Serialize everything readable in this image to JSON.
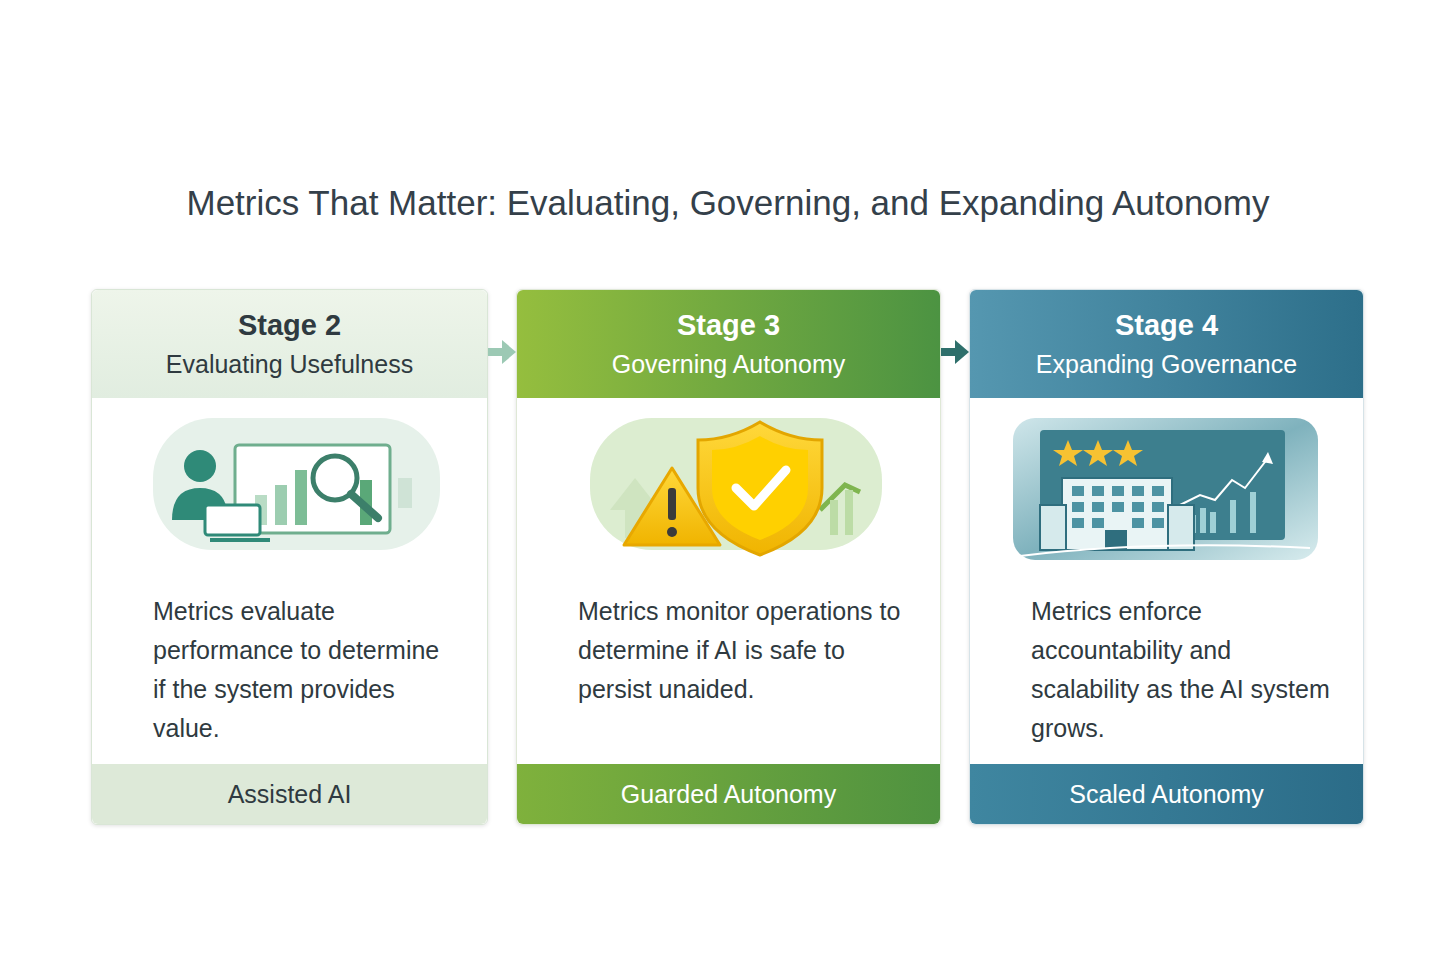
{
  "diagram": {
    "title": "Metrics That Matter: Evaluating, Governing, and Expanding Autonomy",
    "nodes": [
      {
        "text": [
          "Stage 2",
          "Evaluating Usefulness",
          "Metrics evaluate performance to determine if the system provides value.",
          "Assisted AI"
        ]
      },
      {
        "text": [
          "Stage 3",
          "Governing Autonomy",
          "Metrics monitor operations to determine if AI is safe to persist unaided.",
          "Guarded Autonomy"
        ]
      },
      {
        "text": [
          "Stage 4",
          "Expanding Governance",
          "Metrics enforce accountability and scalability as the AI system grows.",
          "Scaled Autonomy"
        ]
      }
    ],
    "edges": [
      {
        "from": 0,
        "to": 1,
        "arrow": "to"
      },
      {
        "from": 1,
        "to": 2,
        "arrow": "to"
      }
    ]
  }
}
